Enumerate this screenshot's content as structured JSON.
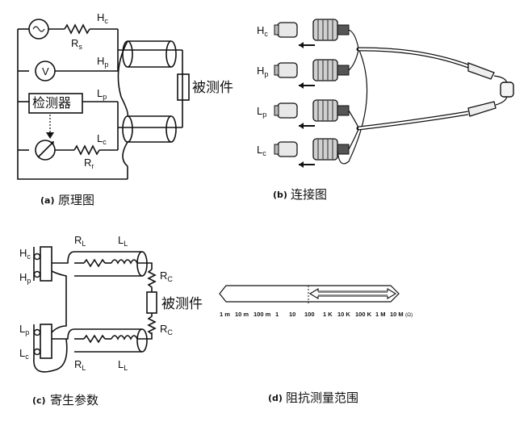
{
  "panel_a": {
    "caption_tag": "(a)",
    "caption_text": "原理图",
    "labels": {
      "hc": "H",
      "hc_sub": "c",
      "hp": "H",
      "hp_sub": "p",
      "lp": "L",
      "lp_sub": "p",
      "lc": "L",
      "lc_sub": "c",
      "rs": "R",
      "rs_sub": "s",
      "rr": "R",
      "rr_sub": "r",
      "voltmeter": "V",
      "detector": "检测器",
      "dut": "被测件"
    }
  },
  "panel_b": {
    "caption_tag": "(b)",
    "caption_text": "连接图",
    "labels": {
      "hc": "H",
      "hc_sub": "c",
      "hp": "H",
      "hp_sub": "p",
      "lp": "L",
      "lp_sub": "p",
      "lc": "L",
      "lc_sub": "c"
    }
  },
  "panel_c": {
    "caption_tag": "(c)",
    "caption_text": "寄生参数",
    "labels": {
      "hc": "H",
      "hc_sub": "c",
      "hp": "H",
      "hp_sub": "p",
      "lp": "L",
      "lp_sub": "p",
      "lc": "L",
      "lc_sub": "c",
      "rl": "R",
      "rl_sub": "L",
      "ll": "L",
      "ll_sub": "L",
      "rc": "R",
      "rc_sub": "C",
      "dut": "被测件"
    }
  },
  "panel_d": {
    "caption_tag": "(d)",
    "caption_text": "阻抗测量范围",
    "scale_ticks": [
      "1 m",
      "10 m",
      "100 m",
      "1",
      "10",
      "100",
      "1 K",
      "10 K",
      "100 K",
      "1 M",
      "10 M"
    ],
    "unit": "(Ω)"
  }
}
